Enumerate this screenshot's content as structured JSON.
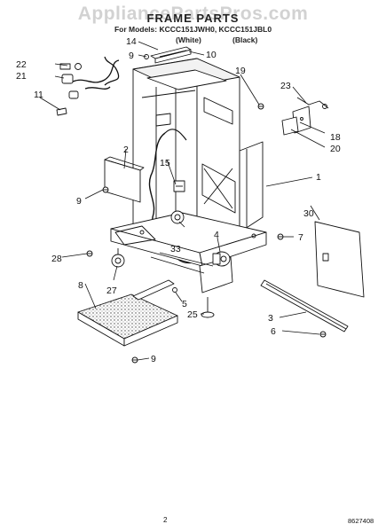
{
  "watermark": "AppliancePartsPros.com",
  "title": "FRAME PARTS",
  "models_line": "For Models: KCCC151JWH0, KCCC151JBL0",
  "color_white": "(White)",
  "color_black": "(Black)",
  "page_number": "2",
  "document_number": "8627408",
  "callouts": {
    "c1": "1",
    "c2": "2",
    "c3": "3",
    "c4": "4",
    "c5": "5",
    "c6": "6",
    "c7": "7",
    "c8": "8",
    "c9a": "9",
    "c9b": "9",
    "c9c": "9",
    "c10": "10",
    "c11": "11",
    "c14": "14",
    "c15": "15",
    "c18": "18",
    "c19": "19",
    "c20": "20",
    "c21": "21",
    "c22": "22",
    "c23": "23",
    "c25": "25",
    "c27": "27",
    "c28": "28",
    "c30": "30",
    "c33": "33"
  }
}
